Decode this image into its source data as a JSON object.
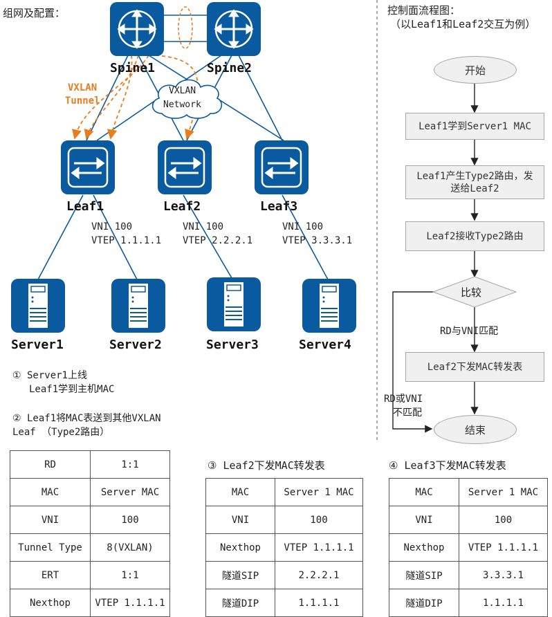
{
  "topology": {
    "title": "组网及配置：",
    "spines": [
      {
        "name": "Spine1"
      },
      {
        "name": "Spine2"
      }
    ],
    "leaves": [
      {
        "name": "Leaf1",
        "vni": "VNI 100",
        "vtep": "VTEP 1.1.1.1"
      },
      {
        "name": "Leaf2",
        "vni": "VNI 100",
        "vtep": "VTEP 2.2.2.1"
      },
      {
        "name": "Leaf3",
        "vni": "VNI 100",
        "vtep": "VTEP 3.3.3.1"
      }
    ],
    "servers": [
      {
        "name": "Server1"
      },
      {
        "name": "Server2"
      },
      {
        "name": "Server3"
      },
      {
        "name": "Server4"
      }
    ],
    "cloud_line1": "VXLAN",
    "cloud_line2": "Network",
    "tunnel_line1": "VXLAN",
    "tunnel_line2": "Tunnel",
    "device_color": "#0a5aa0",
    "tunnel_color": "#e87d1e"
  },
  "steps": {
    "step1_line1": "① Server1上线",
    "step1_line2": "Leaf1学到主机MAC",
    "step2_line1": "② Leaf1将MAC表送到其他VXLAN",
    "step2_line2": "Leaf （Type2路由）",
    "step3_title": "③ Leaf2下发MAC转发表",
    "step4_title": "④ Leaf3下发MAC转发表"
  },
  "tables": {
    "type2": [
      [
        "RD",
        "1:1"
      ],
      [
        "MAC",
        "Server MAC"
      ],
      [
        "VNI",
        "100"
      ],
      [
        "Tunnel Type",
        "8(VXLAN)"
      ],
      [
        "ERT",
        "1:1"
      ],
      [
        "Nexthop",
        "VTEP 1.1.1.1"
      ]
    ],
    "leaf2": [
      [
        "MAC",
        "Server 1 MAC"
      ],
      [
        "VNI",
        "100"
      ],
      [
        "Nexthop",
        "VTEP 1.1.1.1"
      ],
      [
        "隧道SIP",
        "2.2.2.1"
      ],
      [
        "隧道DIP",
        "1.1.1.1"
      ]
    ],
    "leaf3": [
      [
        "MAC",
        "Server 1 MAC"
      ],
      [
        "VNI",
        "100"
      ],
      [
        "Nexthop",
        "VTEP 1.1.1.1"
      ],
      [
        "隧道SIP",
        "3.3.3.1"
      ],
      [
        "隧道DIP",
        "1.1.1.1"
      ]
    ]
  },
  "flow": {
    "title": "控制面流程图：",
    "subtitle": "（以Leaf1和Leaf2交互为例）",
    "start": "开始",
    "step1": "Leaf1学到Server1 MAC",
    "step2_line1": "Leaf1产生Type2路由，发",
    "step2_line2": "送给Leaf2",
    "step3": "Leaf2接收Type2路由",
    "decision": "比较",
    "match": "RD与VNI匹配",
    "step4": "Leaf2下发MAC转发表",
    "nomatch_line1": "RD或VNI",
    "nomatch_line2": "不匹配",
    "end": "结束"
  }
}
